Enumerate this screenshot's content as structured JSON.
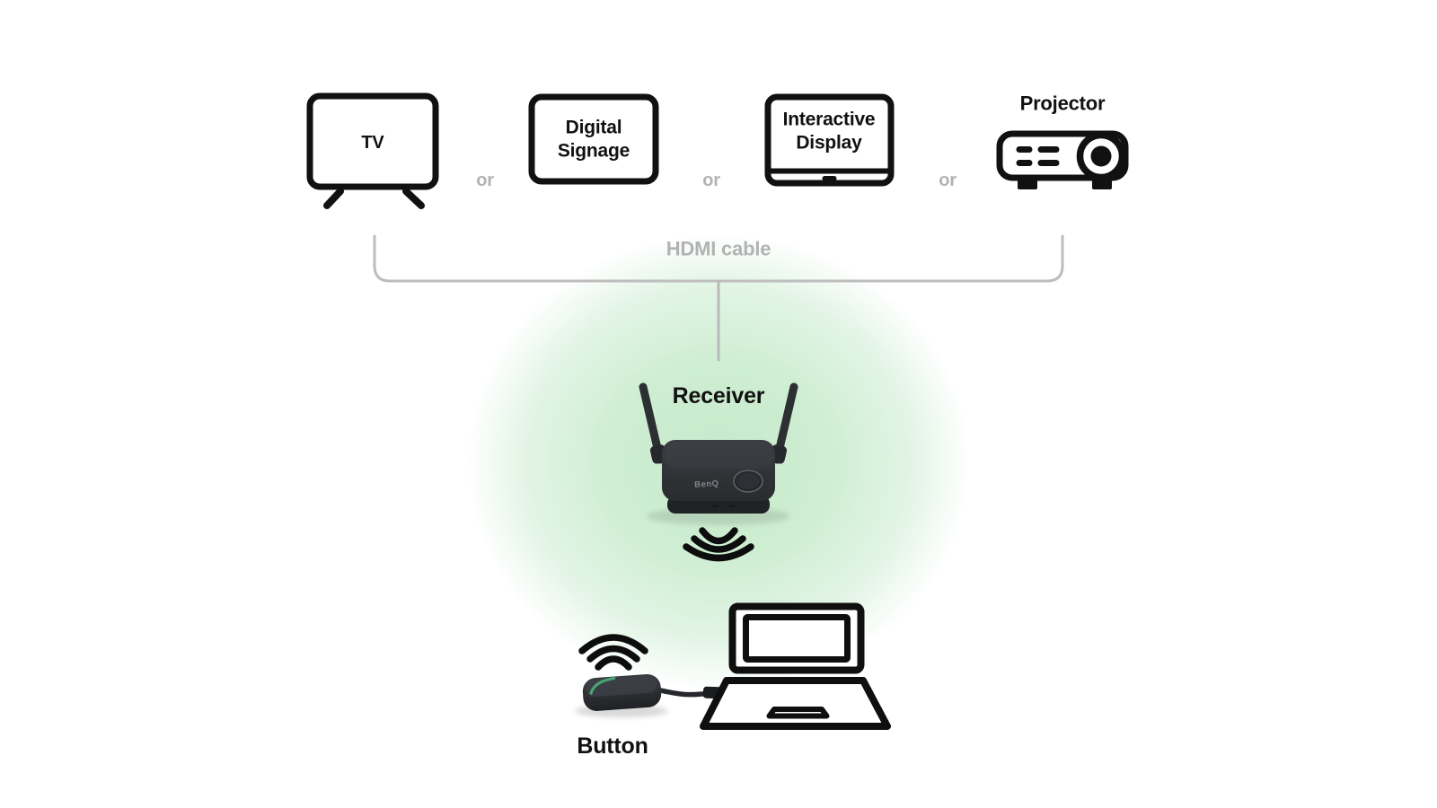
{
  "labels": {
    "tv": "TV",
    "digital_signage": "Digital Signage",
    "interactive_display": "Interactive Display",
    "projector": "Projector",
    "or": "or",
    "hdmi_cable": "HDMI cable",
    "receiver": "Receiver",
    "button": "Button",
    "brand": "BenQ"
  },
  "colors": {
    "background": "#ffffff",
    "outline_black": "#111111",
    "connector_gray": "#bdbdbd",
    "muted_text_gray": "#b3b3b3",
    "device_body_dark": "#2e3135",
    "glow_green": "#cdeccf",
    "led_green": "#4db377"
  }
}
